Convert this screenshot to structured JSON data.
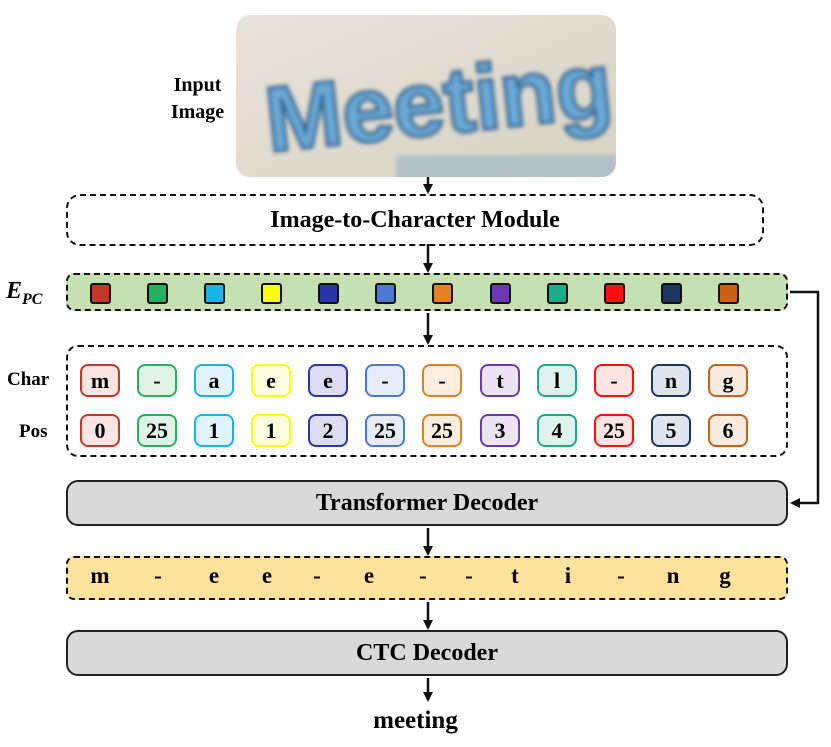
{
  "input": {
    "label_line1": "Input",
    "label_line2": "Image",
    "image_text": "Meeting"
  },
  "module": {
    "label": "Image-to-Character Module"
  },
  "epc": {
    "label_main": "E",
    "label_sub": "PC",
    "colors": [
      "#c0392b",
      "#27ae60",
      "#1ab3e8",
      "#ffff00",
      "#2a35a8",
      "#4a7bd0",
      "#e67e22",
      "#6c3ab0",
      "#1fa98a",
      "#ff1010",
      "#1e3560",
      "#c8601a"
    ]
  },
  "tokens": {
    "char_label": "Char",
    "pos_label": "Pos",
    "chars": [
      "m",
      "-",
      "a",
      "e",
      "e",
      "-",
      "-",
      "t",
      "l",
      "-",
      "n",
      "g"
    ],
    "positions": [
      "0",
      "25",
      "1",
      "1",
      "2",
      "25",
      "25",
      "3",
      "4",
      "25",
      "5",
      "6"
    ],
    "fill_colors": [
      "#fbe5e3",
      "#e0f3e5",
      "#e1f3fb",
      "#ffffe0",
      "#dcdcf3",
      "#e6edf8",
      "#fdeee0",
      "#ece3f5",
      "#dff3ee",
      "#ffe4e4",
      "#dfe5ee",
      "#f9eadf"
    ]
  },
  "transformer": {
    "label": "Transformer Decoder"
  },
  "ctc_sequence": [
    "m",
    "-",
    "e",
    "e",
    "-",
    "e",
    "-",
    "-",
    "t",
    "i",
    "-",
    "n",
    "g"
  ],
  "ctc": {
    "label": "CTC Decoder"
  },
  "output": {
    "text": "meeting"
  }
}
